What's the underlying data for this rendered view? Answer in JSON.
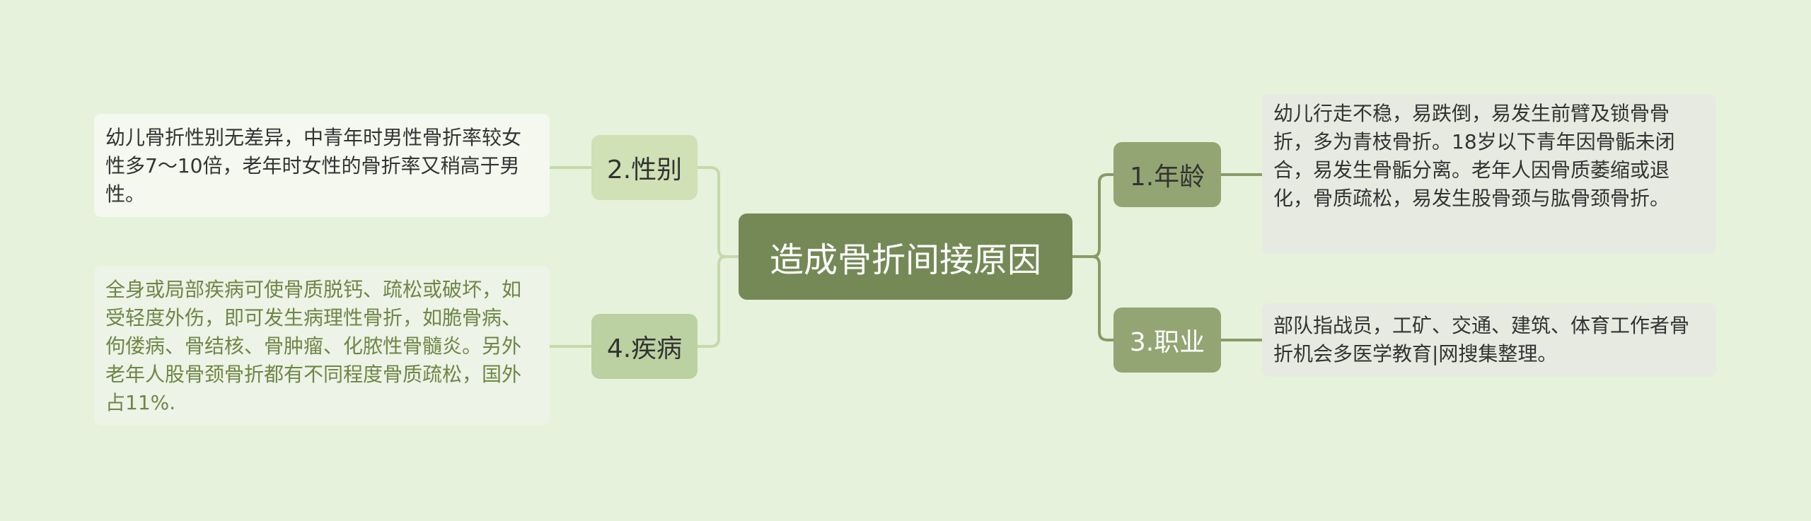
{
  "root": {
    "label": "造成骨折间接原因"
  },
  "branches": {
    "age": {
      "label": "1.年龄",
      "detail": "幼儿行走不稳，易跌倒，易发生前臂及锁骨骨折，多为青枝骨折。18岁以下青年因骨骺未闭合，易发生骨骺分离。老年人因骨质萎缩或退化，骨质疏松，易发生股骨颈与肱骨颈骨折。"
    },
    "occupation": {
      "label": "3.职业",
      "detail": "部队指战员，工矿、交通、建筑、体育工作者骨折机会多医学教育|网搜集整理。"
    },
    "gender": {
      "label": "2.性别",
      "detail": "幼儿骨折性别无差异，中青年时男性骨折率较女性多7～10倍，老年时女性的骨折率又稍高于男性。"
    },
    "disease": {
      "label": "4.疾病",
      "detail": "全身或局部疾病可使骨质脱钙、疏松或破坏，如受轻度外伤，即可发生病理性骨折，如脆骨病、佝偻病、骨结核、骨肿瘤、化脓性骨髓炎。另外老年人股骨颈骨折都有不同程度骨质疏松，国外占11%."
    }
  },
  "colors": {
    "background": "#e6f2db",
    "root": "#758956",
    "branch_right": "#93a572",
    "branch_gender": "#cfe1b5",
    "branch_disease": "#bcd1a1",
    "connector_right": "#8a9b68",
    "connector_left": "#c5d9ab"
  }
}
